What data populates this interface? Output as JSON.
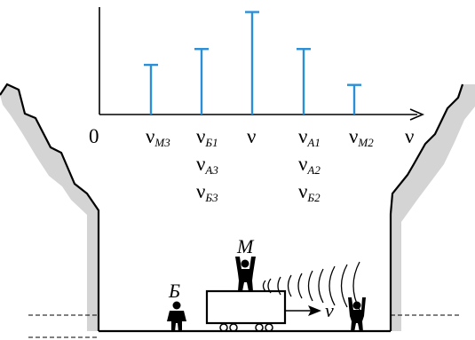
{
  "colors": {
    "accent": "#2a8fd6",
    "wall_fill": "#d4d4d4",
    "ink": "#000000"
  },
  "chart_data": {
    "type": "bar",
    "values": [
      0.47,
      0.62,
      0.97,
      0.62,
      0.28
    ],
    "xlabel": "ν",
    "origin_label": "0",
    "stacks": [
      {
        "lines": [
          {
            "sym": "ν",
            "sub": "М3"
          }
        ]
      },
      {
        "lines": [
          {
            "sym": "ν",
            "sub": "Б1"
          },
          {
            "sym": "ν",
            "sub": "А3"
          },
          {
            "sym": "ν",
            "sub": "Б3"
          }
        ]
      },
      {
        "lines": [
          {
            "sym": "ν",
            "sub": ""
          }
        ]
      },
      {
        "lines": [
          {
            "sym": "ν",
            "sub": "А1"
          },
          {
            "sym": "ν",
            "sub": "А2"
          },
          {
            "sym": "ν",
            "sub": "Б2"
          }
        ]
      },
      {
        "lines": [
          {
            "sym": "ν",
            "sub": "М2"
          }
        ]
      }
    ]
  },
  "scene": {
    "observer_b_label": "Б",
    "source_m_label": "М",
    "velocity_label": "v"
  },
  "icons": [
    "observer-b-figure-icon",
    "source-m-figure-icon",
    "observer-a-figure-icon",
    "sound-wave-icon",
    "velocity-arrow-icon"
  ]
}
